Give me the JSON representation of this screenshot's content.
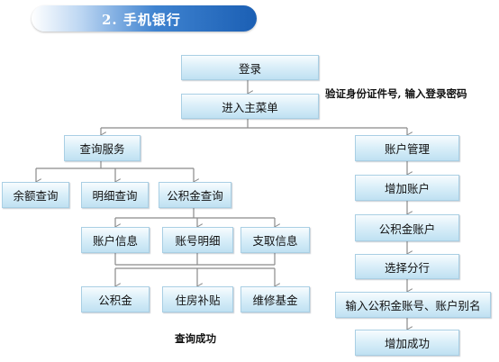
{
  "banner": {
    "title": "2. 手机银行"
  },
  "nodes": {
    "login": "登录",
    "main_menu": "进入主菜单",
    "query_service": "查询服务",
    "account_mgmt": "账户管理",
    "balance_query": "余额查询",
    "detail_query": "明细查询",
    "fund_query": "公积金查询",
    "account_info": "账户信息",
    "account_detail": "账号明细",
    "withdraw_info": "支取信息",
    "fund": "公积金",
    "housing_subsidy": "住房补贴",
    "maintenance_fund": "维修基金",
    "add_account": "增加账户",
    "fund_account": "公积金账户",
    "select_branch": "选择分行",
    "input_account": "输入公积金账号、账户别名",
    "add_success": "增加成功"
  },
  "notes": {
    "verify": "验证身份证件号, 输入登录密码",
    "query_success": "查询成功"
  },
  "colors": {
    "line": "#8a8a8a",
    "banner": "#2a6cc0",
    "node_border": "#a9cfe4"
  }
}
